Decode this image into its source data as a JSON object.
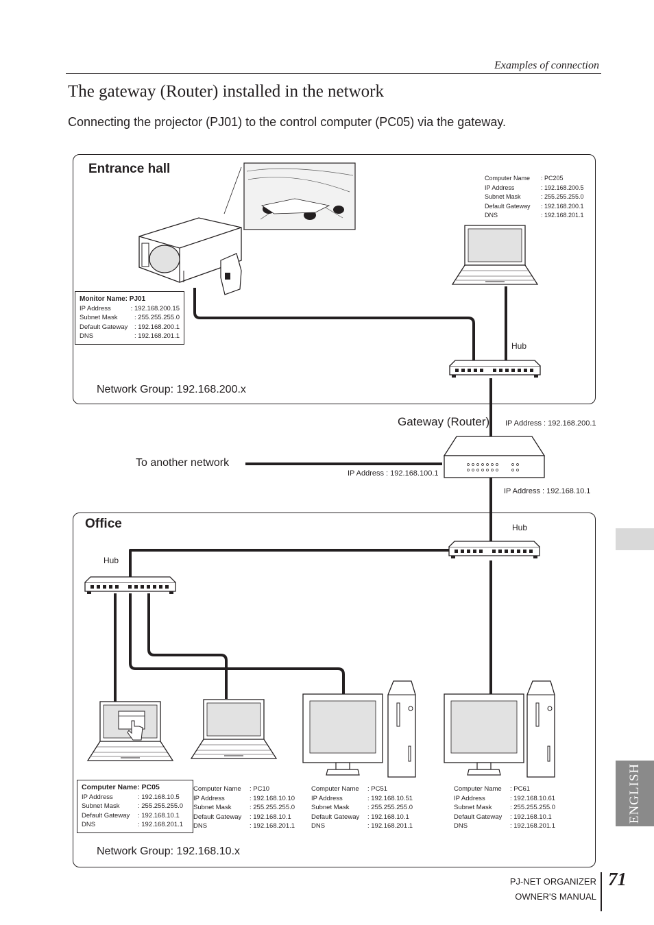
{
  "header": {
    "section": "Examples of connection",
    "title": "The gateway (Router) installed in the network",
    "subtitle": "Connecting the projector (PJ01) to the control computer (PC05) via the gateway."
  },
  "entrance": {
    "label": "Entrance hall",
    "network_group": "Network Group: 192.168.200.x",
    "hub_label": "Hub",
    "projector": {
      "title": "Monitor Name: PJ01",
      "rows": [
        {
          "k": "IP Address",
          "v": ": 192.168.200.15"
        },
        {
          "k": "Subnet Mask",
          "v": ": 255.255.255.0"
        },
        {
          "k": "Default Gateway",
          "v": ": 192.168.200.1"
        },
        {
          "k": "DNS",
          "v": ": 192.168.201.1"
        }
      ]
    },
    "pc205": {
      "rows": [
        {
          "k": "Computer Name",
          "v": ": PC205"
        },
        {
          "k": "IP Address",
          "v": ": 192.168.200.5"
        },
        {
          "k": "Subnet Mask",
          "v": ": 255.255.255.0"
        },
        {
          "k": "Default Gateway",
          "v": ": 192.168.200.1"
        },
        {
          "k": "DNS",
          "v": ": 192.168.201.1"
        }
      ]
    }
  },
  "gateway": {
    "label": "Gateway (Router)",
    "ip_top": "IP Address : 192.168.200.1",
    "ip_left": "IP Address : 192.168.100.1",
    "ip_bottom": "IP Address : 192.168.10.1",
    "another_network": "To another network"
  },
  "office": {
    "label": "Office",
    "network_group": "Network Group: 192.168.10.x",
    "hub_left_label": "Hub",
    "hub_right_label": "Hub",
    "pc05": {
      "title": "Computer Name: PC05",
      "rows": [
        {
          "k": "IP Address",
          "v": ": 192.168.10.5"
        },
        {
          "k": "Subnet Mask",
          "v": ": 255.255.255.0"
        },
        {
          "k": "Default Gateway",
          "v": ": 192.168.10.1"
        },
        {
          "k": "DNS",
          "v": ": 192.168.201.1"
        }
      ]
    },
    "pc10": {
      "rows": [
        {
          "k": "Computer Name",
          "v": ": PC10"
        },
        {
          "k": "IP Address",
          "v": ": 192.168.10.10"
        },
        {
          "k": "Subnet Mask",
          "v": ": 255.255.255.0"
        },
        {
          "k": "Default Gateway",
          "v": ": 192.168.10.1"
        },
        {
          "k": "DNS",
          "v": ": 192.168.201.1"
        }
      ]
    },
    "pc51": {
      "rows": [
        {
          "k": "Computer Name",
          "v": ": PC51"
        },
        {
          "k": "IP Address",
          "v": ": 192.168.10.51"
        },
        {
          "k": "Subnet Mask",
          "v": ": 255.255.255.0"
        },
        {
          "k": "Default Gateway",
          "v": ": 192.168.10.1"
        },
        {
          "k": "DNS",
          "v": ": 192.168.201.1"
        }
      ]
    },
    "pc61": {
      "rows": [
        {
          "k": "Computer Name",
          "v": ": PC61"
        },
        {
          "k": "IP Address",
          "v": ": 192.168.10.61"
        },
        {
          "k": "Subnet Mask",
          "v": ": 255.255.255.0"
        },
        {
          "k": "Default Gateway",
          "v": ": 192.168.10.1"
        },
        {
          "k": "DNS",
          "v": ": 192.168.201.1"
        }
      ]
    }
  },
  "side_tab": {
    "label": "ENGLISH"
  },
  "footer": {
    "line1": "PJ-NET ORGANIZER",
    "line2": "OWNER'S MANUAL",
    "page": "71"
  },
  "icons": [
    "projector-icon",
    "laptop-icon",
    "hub-icon",
    "router-icon",
    "monitor-icon",
    "tower-icon",
    "hand-pointer-icon"
  ],
  "colors": {
    "ink": "#231f20",
    "tab": "#d9d9d9",
    "lang_tab": "#8a8a8a"
  }
}
